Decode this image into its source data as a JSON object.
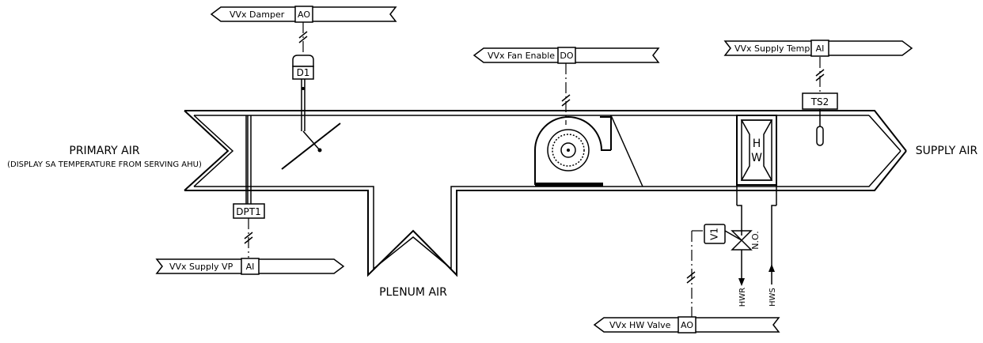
{
  "labels": {
    "primary_air": "PRIMARY AIR",
    "primary_air_note": "(DISPLAY SA TEMPERATURE FROM SERVING AHU)",
    "supply_air": "SUPPLY AIR",
    "plenum_air": "PLENUM AIR",
    "hwr": "HWR",
    "hws": "HWS",
    "normally_open": "N.O."
  },
  "devices": {
    "damper": "D1",
    "pressure": "DPT1",
    "temp": "TS2",
    "valve": "V1",
    "coil_h": "H",
    "coil_w": "W"
  },
  "points": {
    "damper": {
      "label": "VVx Damper",
      "type": "AO"
    },
    "fan_enable": {
      "label": "VVx Fan Enable",
      "type": "DO"
    },
    "supply_temp": {
      "label": "VVx Supply Temp",
      "type": "AI"
    },
    "supply_vp": {
      "label": "VVx Supply VP",
      "type": "AI"
    },
    "hw_valve": {
      "label": "VVx HW Valve",
      "type": "AO"
    }
  }
}
